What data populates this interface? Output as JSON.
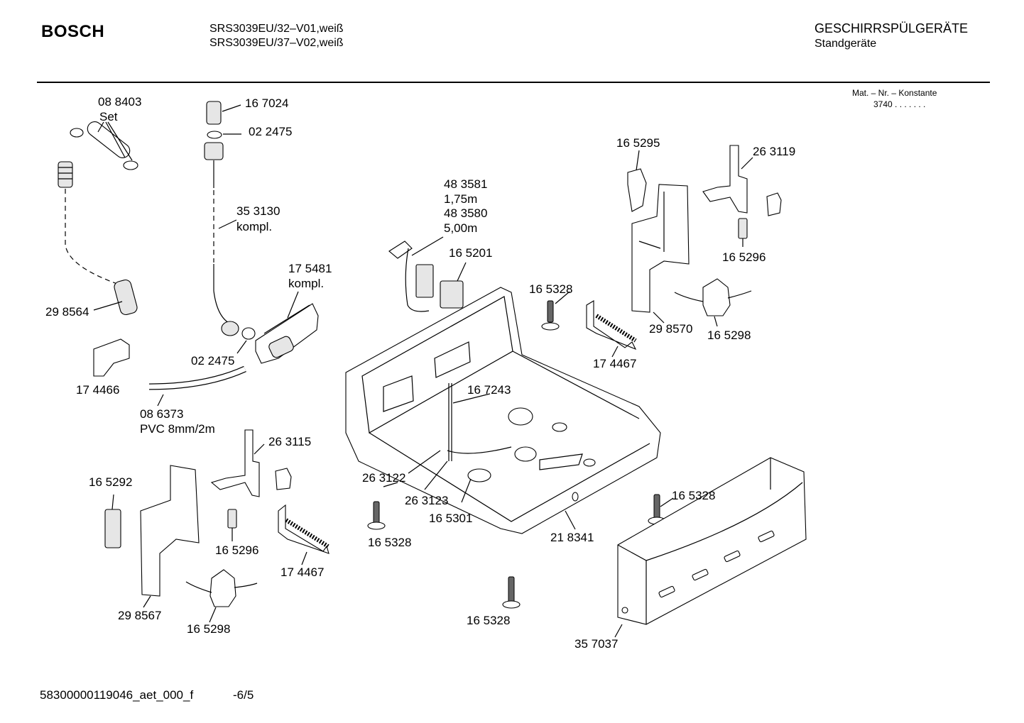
{
  "header": {
    "brand": "BOSCH",
    "model_line_1": "SRS3039EU/32–V01,weiß",
    "model_line_2": "SRS3039EU/37–V02,weiß",
    "category": "GESCHIRRSPÜLGERÄTE",
    "subcategory": "Standgeräte",
    "mat_label": "Mat. – Nr. – Konstante",
    "mat_value": "3740  .  .     .  .  .  .  ."
  },
  "labels": {
    "p088403": "08 8403",
    "set": "Set",
    "p167024": "16 7024",
    "p022475_top": "02 2475",
    "p353130": "35 3130",
    "kompl_1": "kompl.",
    "p298564": "29 8564",
    "p175481": "17 5481",
    "kompl_2": "kompl.",
    "p022475_bottom": "02 2475",
    "p174466": "17 4466",
    "p086373": "08 6373",
    "pvc": "PVC 8mm/2m",
    "p483581": "48 3581",
    "len_175": "1,75m",
    "p483580": "48 3580",
    "len_500": "5,00m",
    "p165201": "16 5201",
    "p165295": "16 5295",
    "p263119": "26 3119",
    "p165296_right": "16 5296",
    "p165328_a": "16 5328",
    "p298570": "29 8570",
    "p165298_right": "16 5298",
    "p174467_right": "17 4467",
    "p167243": "16 7243",
    "p263115": "26 3115",
    "p165292": "16 5292",
    "p263122": "26 3122",
    "p263123": "26 3123",
    "p165301": "16 5301",
    "p165328_b": "16 5328",
    "p165328_c": "16 5328",
    "p218341": "21 8341",
    "p165296_left": "16 5296",
    "p174467_left": "17 4467",
    "p298567": "29 8567",
    "p165298_left": "16 5298",
    "p165328_d": "16 5328",
    "p357037": "35 7037"
  },
  "footer": {
    "doc_id": "58300000119046_aet_000_f",
    "page": "-6/5"
  }
}
